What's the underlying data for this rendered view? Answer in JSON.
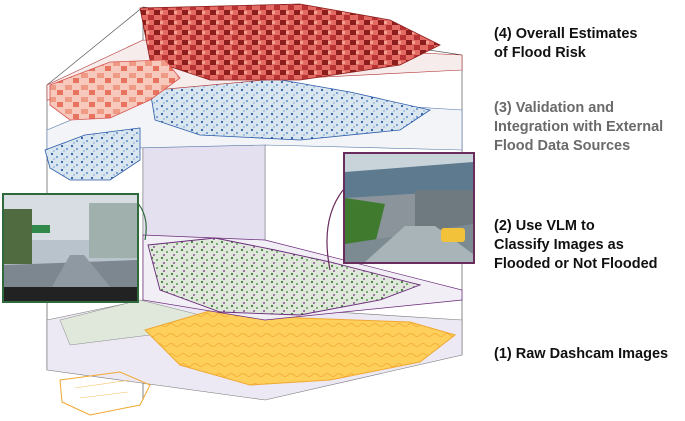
{
  "layers": [
    {
      "step": "1",
      "label_lines": [
        "(1) Raw Dashcam Images"
      ]
    },
    {
      "step": "2",
      "label_lines": [
        "(2) Use VLM to",
        "Classify Images as",
        "Flooded or Not Flooded"
      ]
    },
    {
      "step": "3",
      "label_lines": [
        "(3) Validation and",
        "Integration with External",
        "Flood Data Sources"
      ]
    },
    {
      "step": "4",
      "label_lines": [
        "(4) Overall Estimates",
        "of Flood Risk"
      ]
    }
  ],
  "colors": {
    "risk_dark": "#8c1d1d",
    "risk_mid": "#d9534f",
    "risk_light": "#f7c9bd",
    "external_points": "#2a5aa8",
    "external_fill": "#d9e6ef",
    "vlm_points": "#3f7a3a",
    "vlm_flooded_points": "#6b2a7a",
    "vlm_fill": "#dfe8da",
    "raw_fill": "#ffc64a",
    "raw_outline": "#f0a830",
    "street_frame": "#2f6a3c",
    "underpass_frame": "#6a2c5c",
    "lavender": "#cfc6e4"
  },
  "photos": [
    {
      "name": "street-dashcam-photo",
      "description_icon": "rainy-street-icon"
    },
    {
      "name": "underpass-dashcam-photo",
      "description_icon": "flooded-underpass-icon"
    }
  ]
}
